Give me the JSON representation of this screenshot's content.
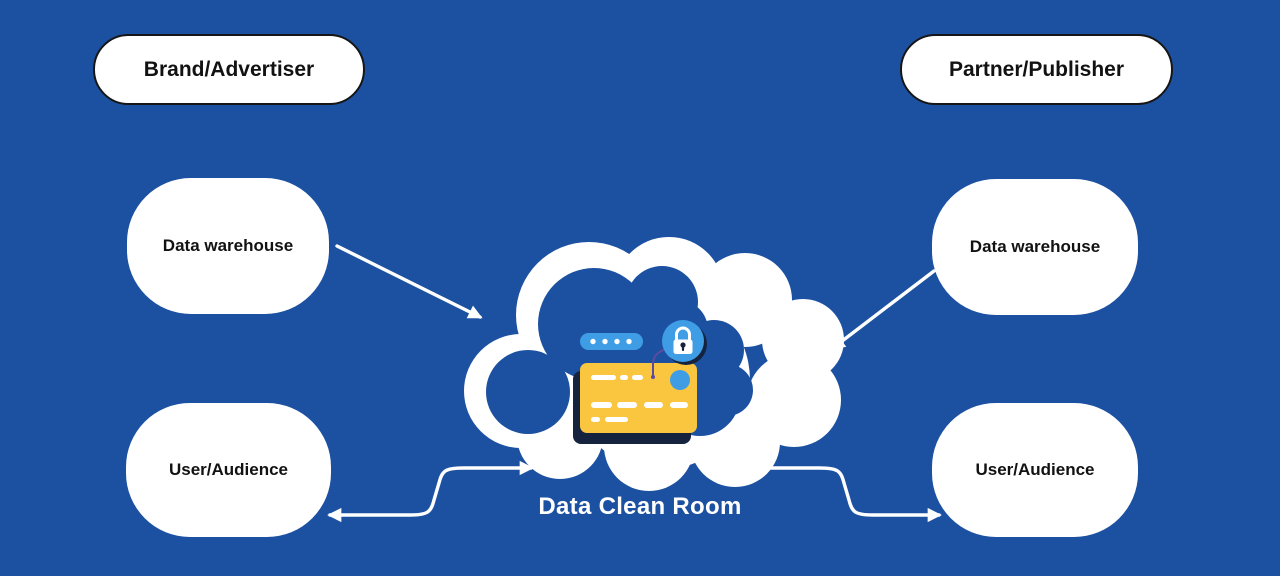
{
  "diagram": {
    "background_color": "#1c51a2",
    "nodes": {
      "brand": "Brand/Advertiser",
      "partner": "Partner/Publisher",
      "brand_warehouse": "Data warehouse",
      "brand_audience": "User/Audience",
      "partner_warehouse": "Data warehouse",
      "partner_audience": "User/Audience"
    },
    "center": {
      "label": "Data Clean Room",
      "icons": [
        "cloud-icon",
        "password-pill-icon",
        "padlock-icon",
        "credit-card-icon"
      ]
    },
    "arrows": [
      {
        "from": "brand_warehouse",
        "to": "data_clean_room",
        "type": "one-way"
      },
      {
        "from": "partner_warehouse",
        "to": "data_clean_room",
        "type": "one-way"
      },
      {
        "from": "brand_audience",
        "to": "data_clean_room",
        "type": "two-way"
      },
      {
        "from": "partner_audience",
        "to": "data_clean_room",
        "type": "two-way"
      }
    ],
    "colors": {
      "background": "#1c51a2",
      "node_fill": "#ffffff",
      "node_border": "#161616",
      "accent_blue": "#3f9de5",
      "card_yellow": "#fac63f",
      "shadow_navy": "#16233f",
      "connector_purple": "#5f4b9e",
      "arrow": "#ffffff",
      "text_dark": "#121212",
      "text_light": "#ffffff"
    }
  }
}
